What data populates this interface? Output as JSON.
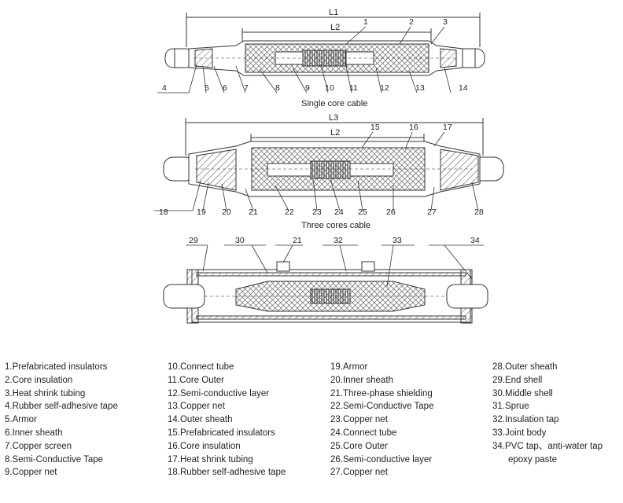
{
  "dimensions": {
    "L1": "L1",
    "L2": "L2",
    "L3": "L3"
  },
  "captions": {
    "single": "Single core cable",
    "three": "Three cores cable"
  },
  "callouts": {
    "c1": "1",
    "c2": "2",
    "c3": "3",
    "c4": "4",
    "c5": "5",
    "c6": "6",
    "c7": "7",
    "c8": "8",
    "c9": "9",
    "c10": "10",
    "c11": "11",
    "c12": "12",
    "c13": "13",
    "c14": "14",
    "c15": "15",
    "c16": "16",
    "c17": "17",
    "c18": "18",
    "c19": "19",
    "c20": "20",
    "c21": "21",
    "c22": "22",
    "c23": "23",
    "c24": "24",
    "c25": "25",
    "c26": "26",
    "c27": "27",
    "c28": "28",
    "c29": "29",
    "c30": "30",
    "c21b": "21",
    "c32": "32",
    "c33": "33",
    "c34": "34"
  },
  "legend": {
    "col1": [
      "1.Prefabricated  insulators",
      "2.Core insulation",
      "3.Heat shrink tubing",
      "4.Rubber self-adhesive tape",
      "5.Armor",
      "6.Inner sheath",
      "7.Copper screen",
      "8.Semi-Conductive Tape",
      "9.Copper net"
    ],
    "col2": [
      "10.Connect tube",
      "11.Core Outer",
      "12.Semi-conductive layer",
      "13.Copper net",
      "14.Outer sheath",
      "15.Prefabricated  insulators",
      "16.Core insulation",
      "17.Heat shrink tubing",
      "18.Rubber self-adhesive tape"
    ],
    "col3": [
      "19.Armor",
      "20.Inner sheath",
      "21.Three-phase shielding",
      "22.Semi-Conductive Tape",
      "23.Copper net",
      "24.Connect tube",
      "25.Core Outer",
      "26.Semi-conductive layer",
      "27.Copper net"
    ],
    "col4": [
      "28.Outer sheath",
      "29.End shell",
      "30.Middle shell",
      "31.Sprue",
      "32.Insulation tap",
      "33.Joint body",
      "34.PVC tap、anti-water tap",
      "epoxy paste"
    ]
  }
}
